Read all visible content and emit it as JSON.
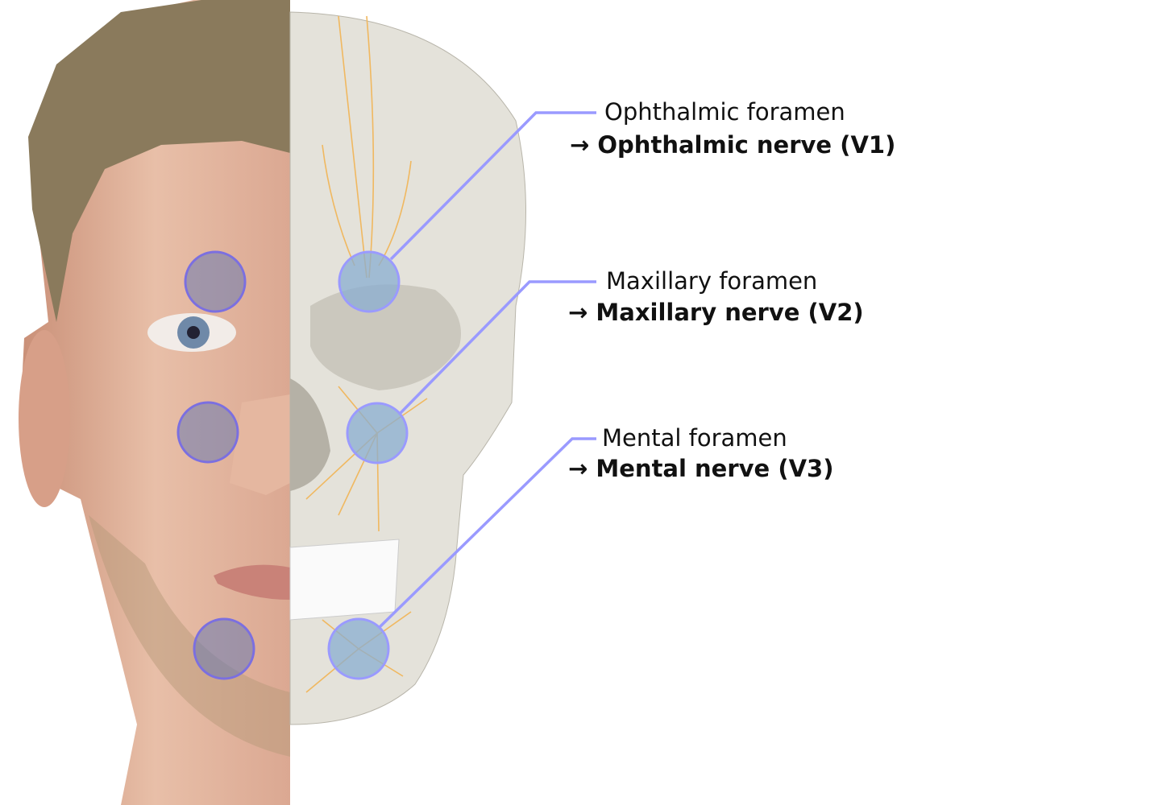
{
  "labels": [
    {
      "foramen": "Ophthalmic foramen",
      "nerve": "→ Ophthalmic nerve (V1)"
    },
    {
      "foramen": "Maxillary foramen",
      "nerve": "→ Maxillary nerve (V2)"
    },
    {
      "foramen": "Mental foramen",
      "nerve": "→ Mental nerve (V3)"
    }
  ],
  "colors": {
    "leader": "#9a9aff",
    "marker_fill": "#8aaed0",
    "marker_stroke": "#7b6fe0",
    "nerve": "#f0b860",
    "skull": "#e4e2da",
    "skin": "#e6b9a2",
    "hair": "#8a7a5c"
  }
}
